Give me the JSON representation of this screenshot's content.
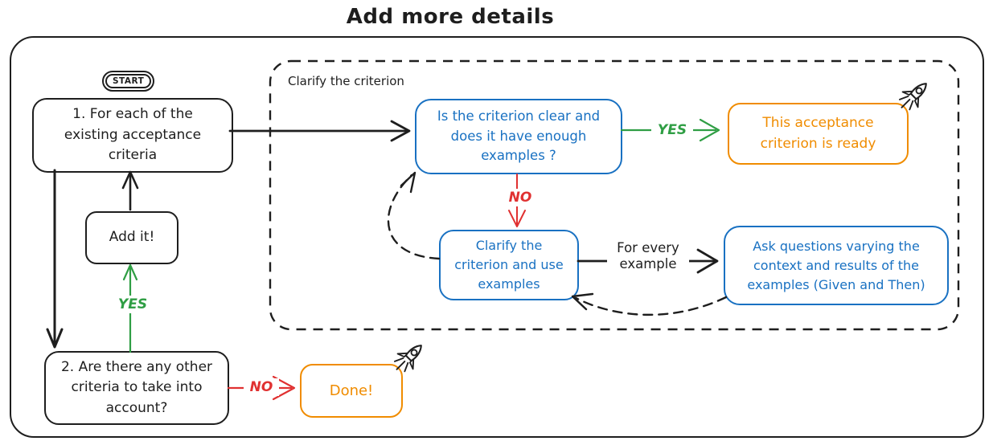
{
  "title": "Add more details",
  "colors": {
    "ink": "#1e1e1e",
    "blue": "#1971c2",
    "green": "#2f9e44",
    "red": "#e03131",
    "orange": "#f08c00"
  },
  "icons": {
    "rocket": "rocket-icon"
  },
  "diagram": {
    "start_label": "START",
    "group_label": "Clarify the criterion",
    "nodes": {
      "box1": "1. For each of the\nexisting acceptance\ncriteria",
      "add_it": "Add it!",
      "box2": "2. Are there any other\ncriteria to take into\naccount?",
      "done": "Done!",
      "criterion_clear": "Is the criterion clear and\ndoes it have enough\nexamples ?",
      "criterion_ready": "This acceptance\ncriterion is ready",
      "clarify": "Clarify the\ncriterion and use\nexamples",
      "ask_questions": "Ask questions varying the\ncontext and results of the\nexamples (Given and Then)"
    },
    "edge_labels": {
      "yes_add": "YES",
      "yes_ready": "YES",
      "no_clarify": "NO",
      "no_done": "NO",
      "for_every_example": "For every\nexample"
    }
  }
}
